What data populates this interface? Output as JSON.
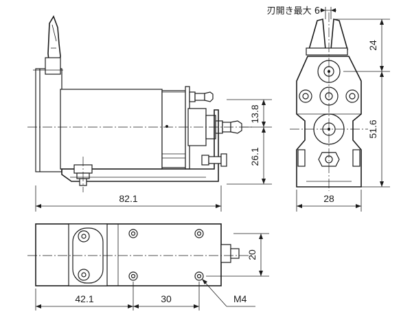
{
  "dimensions": {
    "side_length": "82.1",
    "side_height_upper": "13.8",
    "side_height_lower": "26.1",
    "front_jaw_height": "24",
    "front_height": "51.6",
    "front_width": "28",
    "bottom_width": "20",
    "bottom_offset": "42.1",
    "bottom_pitch": "30"
  },
  "labels": {
    "jaw_opening": "刃開き最大 6",
    "thread": "M4"
  }
}
